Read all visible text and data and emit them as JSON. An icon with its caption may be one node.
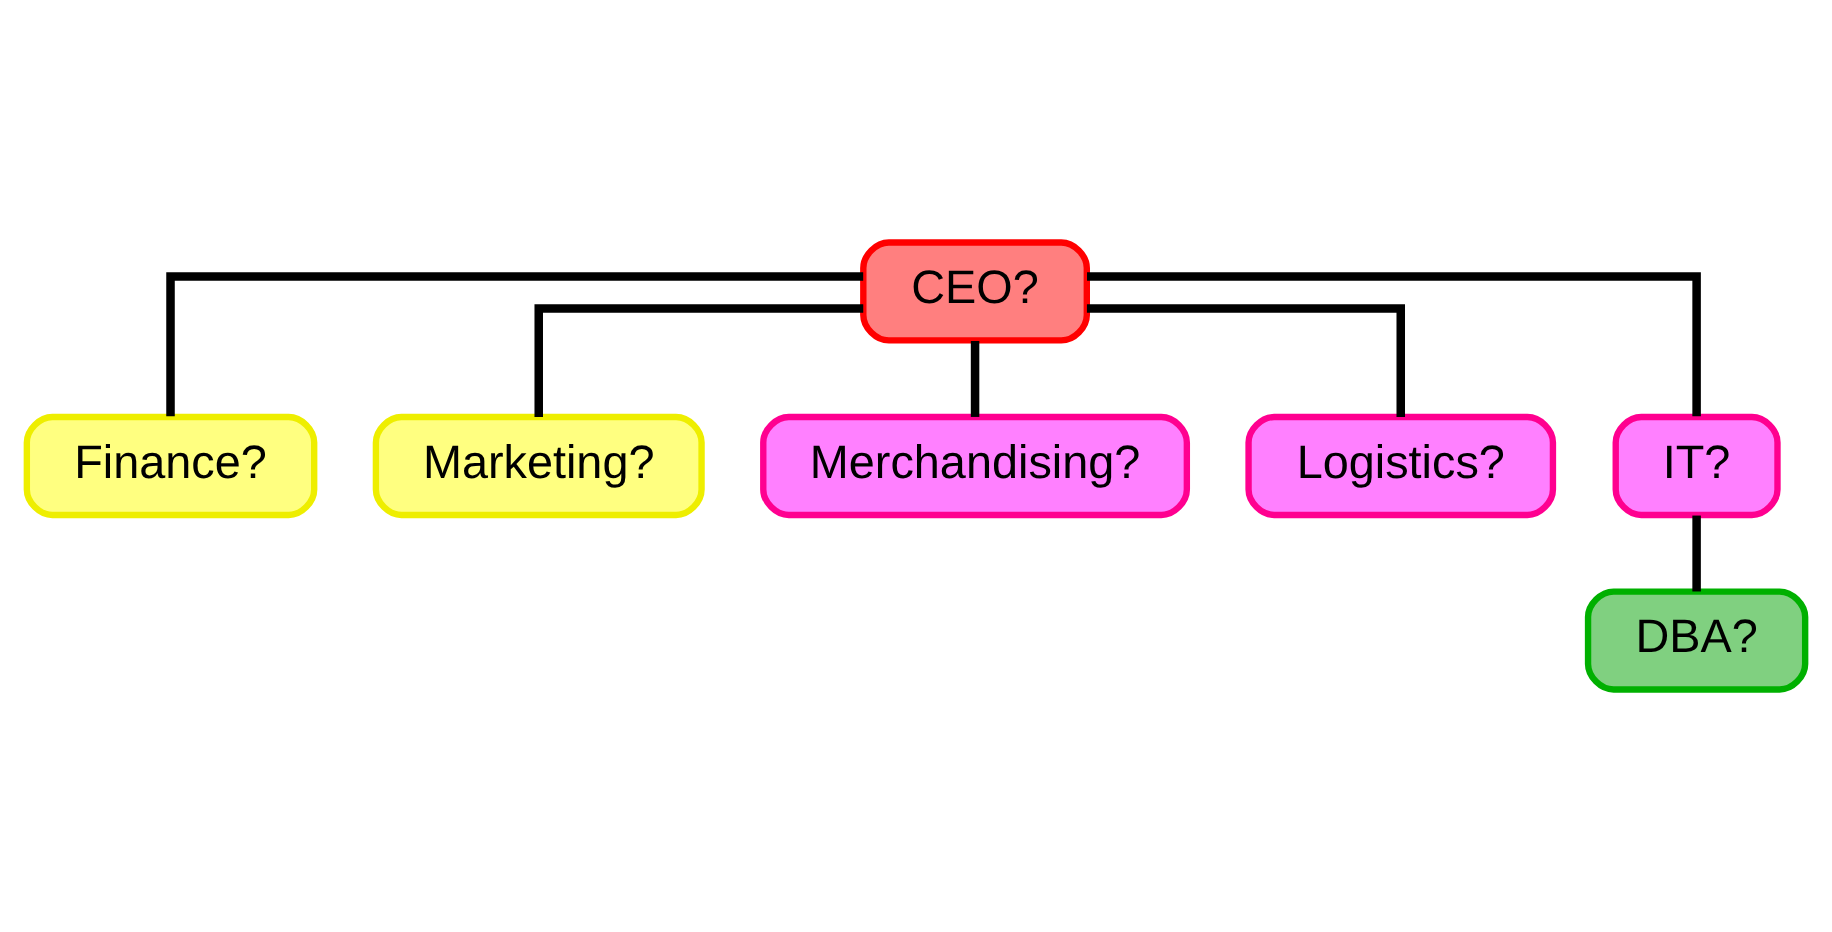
{
  "diagram": {
    "nodes": [
      {
        "text": [
          "CEO?"
        ]
      },
      {
        "text": [
          "Finance?"
        ]
      },
      {
        "text": [
          "Marketing?"
        ]
      },
      {
        "text": [
          "Merchandising?"
        ]
      },
      {
        "text": [
          "Logistics?"
        ]
      },
      {
        "text": [
          "IT?"
        ]
      },
      {
        "text": [
          "DBA?"
        ]
      }
    ],
    "edges": [
      {
        "from": 0,
        "to": 1,
        "arrow": "none"
      },
      {
        "from": 0,
        "to": 2,
        "arrow": "none"
      },
      {
        "from": 0,
        "to": 3,
        "arrow": "none"
      },
      {
        "from": 0,
        "to": 4,
        "arrow": "none"
      },
      {
        "from": 0,
        "to": 5,
        "arrow": "none"
      },
      {
        "from": 5,
        "to": 6,
        "arrow": "none"
      }
    ]
  }
}
